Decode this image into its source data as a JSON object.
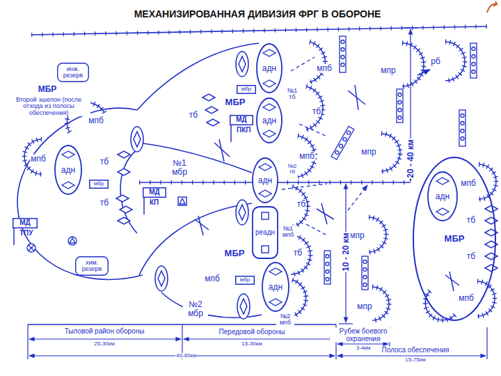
{
  "diagram": {
    "title": "МЕХАНИЗИРОВАННАЯ ДИВИЗИЯ ФРГ В ОБОРОНЕ",
    "nodes": [
      {
        "text": [
          "МД",
          "КП"
        ]
      },
      {
        "text": [
          "МД",
          "ПКП"
        ]
      },
      {
        "text": [
          "МД",
          "ТПУ"
        ]
      },
      {
        "text": [
          "мбр"
        ]
      },
      {
        "text": [
          "мбр"
        ]
      },
      {
        "text": [
          "мбр"
        ]
      },
      {
        "text": [
          "адн"
        ]
      },
      {
        "text": [
          "адн"
        ]
      },
      {
        "text": [
          "адн"
        ]
      },
      {
        "text": [
          "адн"
        ]
      },
      {
        "text": [
          "реадн"
        ]
      },
      {
        "text": [
          "адн"
        ]
      },
      {
        "text": [
          "МБР"
        ]
      },
      {
        "text": [
          "адн"
        ],
        "in": 12
      },
      {
        "text": [
          "инж. резерв"
        ]
      },
      {
        "text": [
          "хим. резерв"
        ]
      }
    ],
    "labels": [
      "мпб",
      "мпб",
      "тб",
      "тб",
      "№1 мбр",
      "МБР",
      "№1 тб",
      "тб",
      "тб",
      "мпб",
      "мпр",
      "рб",
      "мпб",
      "мпр",
      "№2 тб",
      "тб",
      "№1 мпб",
      "мпр",
      "МБР",
      "тб",
      "мпб",
      "№2 мпб",
      "№2 мбр",
      "мпр",
      "мпб",
      "тб",
      "тб",
      "мпб",
      "20 - 40 км",
      "10 - 20 км",
      "Тыловой район обороны",
      "25-30км",
      "Передовой обороны",
      "15-30км",
      "Рубеж боевого охранения",
      "3-4км",
      "Полоса обеспечения",
      "15-75км",
      "40-60км",
      "МБР",
      "Второй эшелон (после отхода из полосы обеспечения)"
    ]
  }
}
